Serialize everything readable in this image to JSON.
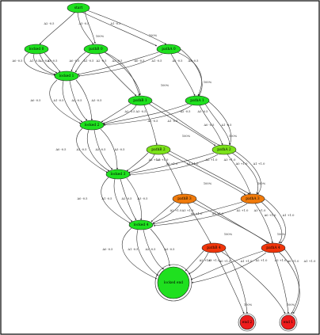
{
  "colors": {
    "bright_green": "#1fe01f",
    "lime": "#7be21a",
    "orange": "#f07a0a",
    "red_orange": "#f0350a",
    "red": "#ee1c1c",
    "edge": "#333333"
  },
  "nodes": {
    "start": {
      "label": "start",
      "color": "#1fe01f"
    },
    "locked0": {
      "label": "locked 0",
      "color": "#1fe01f"
    },
    "pathB0": {
      "label": "pathB 0",
      "color": "#1fe01f"
    },
    "pathA0": {
      "label": "pathA 0",
      "color": "#1fe01f"
    },
    "locked1": {
      "label": "locked 1",
      "color": "#1fe01f"
    },
    "pathB1": {
      "label": "pathB 1",
      "color": "#1fe01f"
    },
    "pathA1": {
      "label": "pathA 1",
      "color": "#1fe01f"
    },
    "locked2": {
      "label": "locked 2",
      "color": "#1fe01f"
    },
    "pathB2": {
      "label": "pathB 2",
      "color": "#7be21a"
    },
    "pathA2": {
      "label": "pathA 2",
      "color": "#7be21a"
    },
    "locked3": {
      "label": "locked 3",
      "color": "#1fe01f"
    },
    "pathB3": {
      "label": "pathB 3",
      "color": "#f07a0a"
    },
    "pathA3": {
      "label": "pathA 3",
      "color": "#f07a0a"
    },
    "locked4": {
      "label": "locked 4",
      "color": "#1fe01f"
    },
    "pathB4": {
      "label": "pathB 4",
      "color": "#f0350a"
    },
    "pathA4": {
      "label": "pathA 4",
      "color": "#f0350a"
    },
    "locked_end": {
      "label": "locked end",
      "color": "#1fe01f"
    },
    "end2": {
      "label": "end 2",
      "color": "#ee1c1c"
    },
    "end1": {
      "label": "end 1",
      "color": "#ee1c1c"
    }
  },
  "labels": {
    "a0": "A0 -0.5",
    "a1": "A1 -0.5",
    "a2": "A2 -0.5",
    "a3": "A3 -0.5",
    "p100": "100%",
    "a0p": "A0 +1.0",
    "a1p": "A1 +1.0",
    "a2p": "A2 +1.0",
    "a3p": "A3 +1.0"
  }
}
